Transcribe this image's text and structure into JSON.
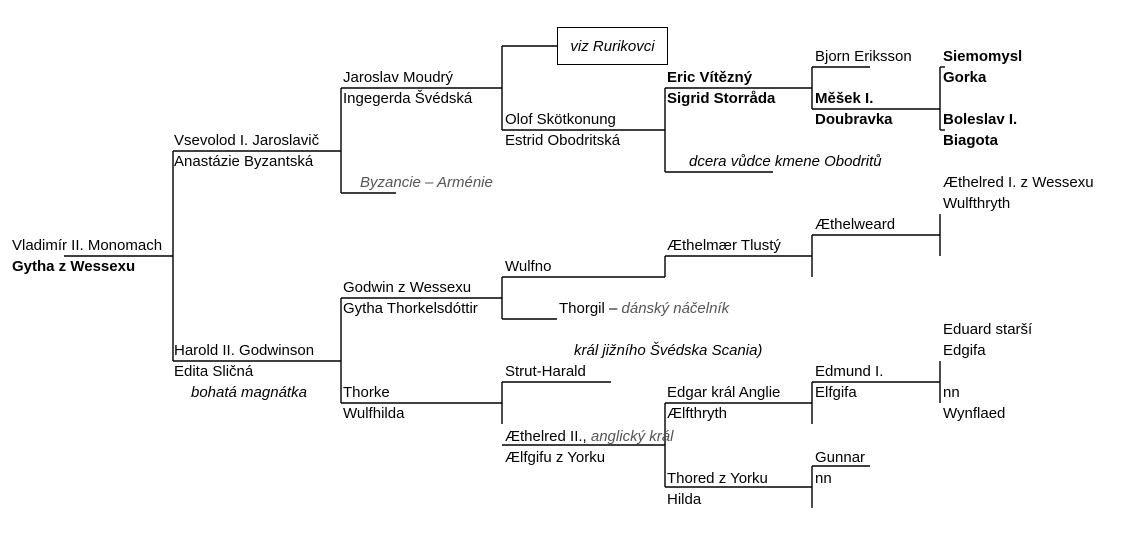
{
  "people": {
    "vladimir": "Vladimír II. Monomach",
    "gytha_wessexu": "Gytha z Wessexu",
    "vsevolod": "Vsevolod I. Jaroslavič",
    "anastazie": "Anastázie Byzantská",
    "byzancie": "Byzancie – Arménie",
    "jaroslav": "Jaroslav Moudrý",
    "ingegerda": "Ingegerda Švédská",
    "rurikovci": "viz Rurikovci",
    "olof": "Olof Skötkonung",
    "estrid": "Estrid Obodritská",
    "eric": "Eric Vítězný",
    "sigrid": "Sigrid Storråda",
    "dcera": "dcera vůdce kmene Obodritů",
    "bjorn": "Bjorn Eriksson",
    "mesek": "Měšek I.",
    "doubravka": "Doubravka",
    "siemomysl": "Siemomysl",
    "gorka": "Gorka",
    "boleslav": "Boleslav I.",
    "biagota": "Biagota",
    "harold": "Harold II. Godwinson",
    "edita": "Edita Sličná",
    "bohata": "bohatá magnátka",
    "godwin": "Godwin z Wessexu",
    "gytha_thorkels": "Gytha Thorkelsdóttir",
    "wulfno": "Wulfno",
    "thorgil_name": "Thorgil –",
    "thorgil_title": "dánský náčelník",
    "kral_scania": "král jižního Švédska Scania)",
    "aethelmaer": "Æthelmær Tlustý",
    "aethelweard": "Æthelweard",
    "aethelred1": "Æthelred I. z Wessexu",
    "wulfthryth": "Wulfthryth",
    "thorke": "Thorke",
    "wulfhilda": "Wulfhilda",
    "strut": "Strut-Harald",
    "aethelred2_name": "Æthelred II.,",
    "aethelred2_title": "anglický král",
    "aelfgifu": "Ælfgifu z Yorku",
    "edgar": "Edgar  král Anglie",
    "aelfthryth": "Ælfthryth",
    "edmund": "Edmund I.",
    "elfgifa": "Elfgifa",
    "eduard": "Eduard starší",
    "edgifa": "Edgifa",
    "nn1": "nn",
    "wynflaed": "Wynflaed",
    "thored": "Thored z Yorku",
    "hilda": "Hilda",
    "gunnar": "Gunnar",
    "nn2": "nn"
  }
}
